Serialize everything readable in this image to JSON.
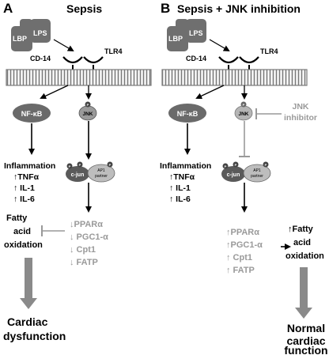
{
  "panels": [
    {
      "letter": "A",
      "title": "Sepsis",
      "receptor": {
        "lbp": "LBP",
        "lps": "LPS",
        "cd14": "CD-14",
        "tlr4": "TLR4"
      },
      "nfkb": "NF-κB",
      "jnk": "JNK",
      "p": "P",
      "cjun": "c-jun",
      "ap1": [
        "AP1",
        "partner"
      ],
      "inflammation": [
        "Inflammation",
        "↑TNFα",
        "↑ IL-1",
        "↑ IL-6"
      ],
      "genes": [
        "↓PPARα",
        "↓ PGC1-α",
        "↓ Cpt1",
        "↓ FATP"
      ],
      "fao": [
        "Fatty",
        "acid",
        "oxidation"
      ],
      "outcome": [
        "Cardiac",
        "dysfunction"
      ]
    },
    {
      "letter": "B",
      "title": "Sepsis + JNK inhibition",
      "receptor": {
        "lbp": "LBP",
        "lps": "LPS",
        "cd14": "CD-14",
        "tlr4": "TLR4"
      },
      "nfkb": "NF-κB",
      "jnk": "JNK",
      "inhibitor": [
        "JNK",
        "inhibitor"
      ],
      "p": "P",
      "cjun": "c-jun",
      "ap1": [
        "AP1",
        "partner"
      ],
      "inflammation": [
        "Inflammation",
        "↑TNFα",
        "↑ IL-1",
        "↑ IL-6"
      ],
      "genes": [
        "↑PPARα",
        "↑PGC1-α",
        "↑ Cpt1",
        "↑ FATP"
      ],
      "fao": [
        "↑Fatty",
        "acid",
        "oxidation"
      ],
      "outcome": [
        "Normal",
        "cardiac",
        "function"
      ]
    }
  ],
  "colors": {
    "dark_gray": "#6e6e6e",
    "mid_gray": "#8a8a8a",
    "light_gray": "#a8a8a8",
    "text": "#111111",
    "gene_text": "#9a9a9a"
  }
}
